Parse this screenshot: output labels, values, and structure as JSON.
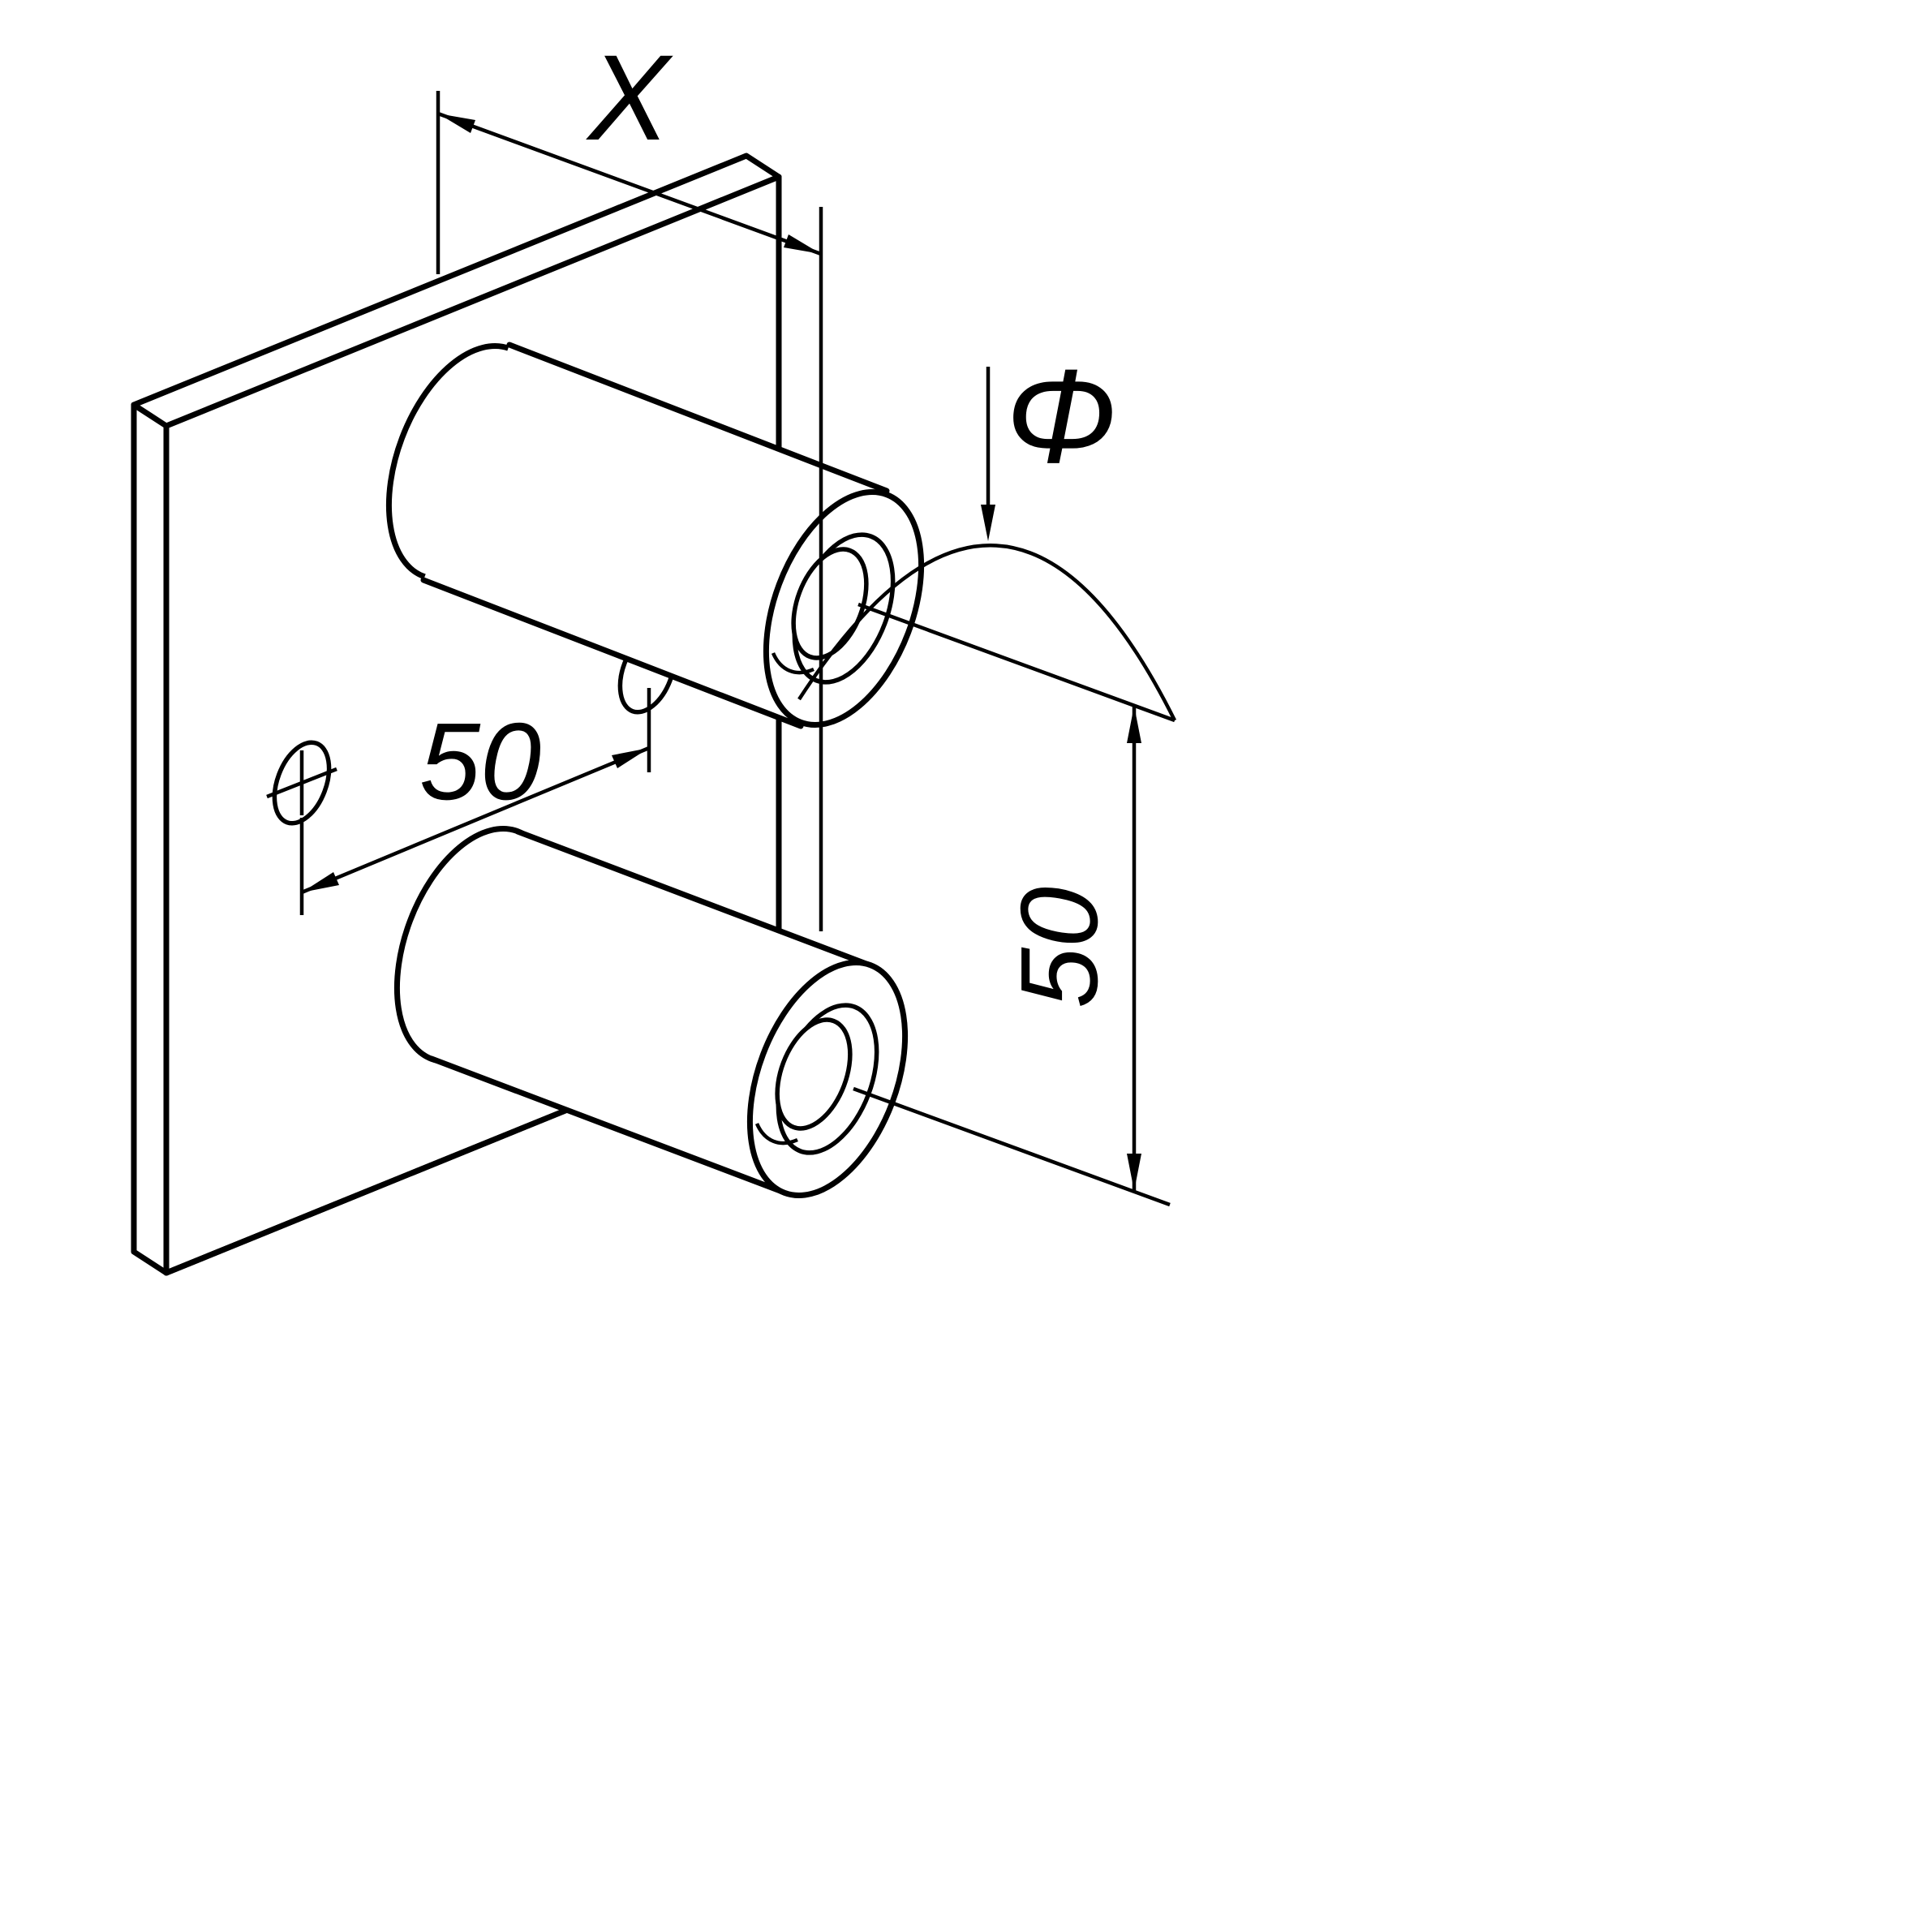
{
  "drawing": {
    "type": "isometric-technical-drawing",
    "background": "#ffffff",
    "line_color": "#000000",
    "subject": "mounting plate with two cylindrical standoffs",
    "labels": {
      "standoff_length": "X",
      "diameter": "Φ",
      "hole_spacing": "50",
      "center_distance": "50"
    }
  }
}
